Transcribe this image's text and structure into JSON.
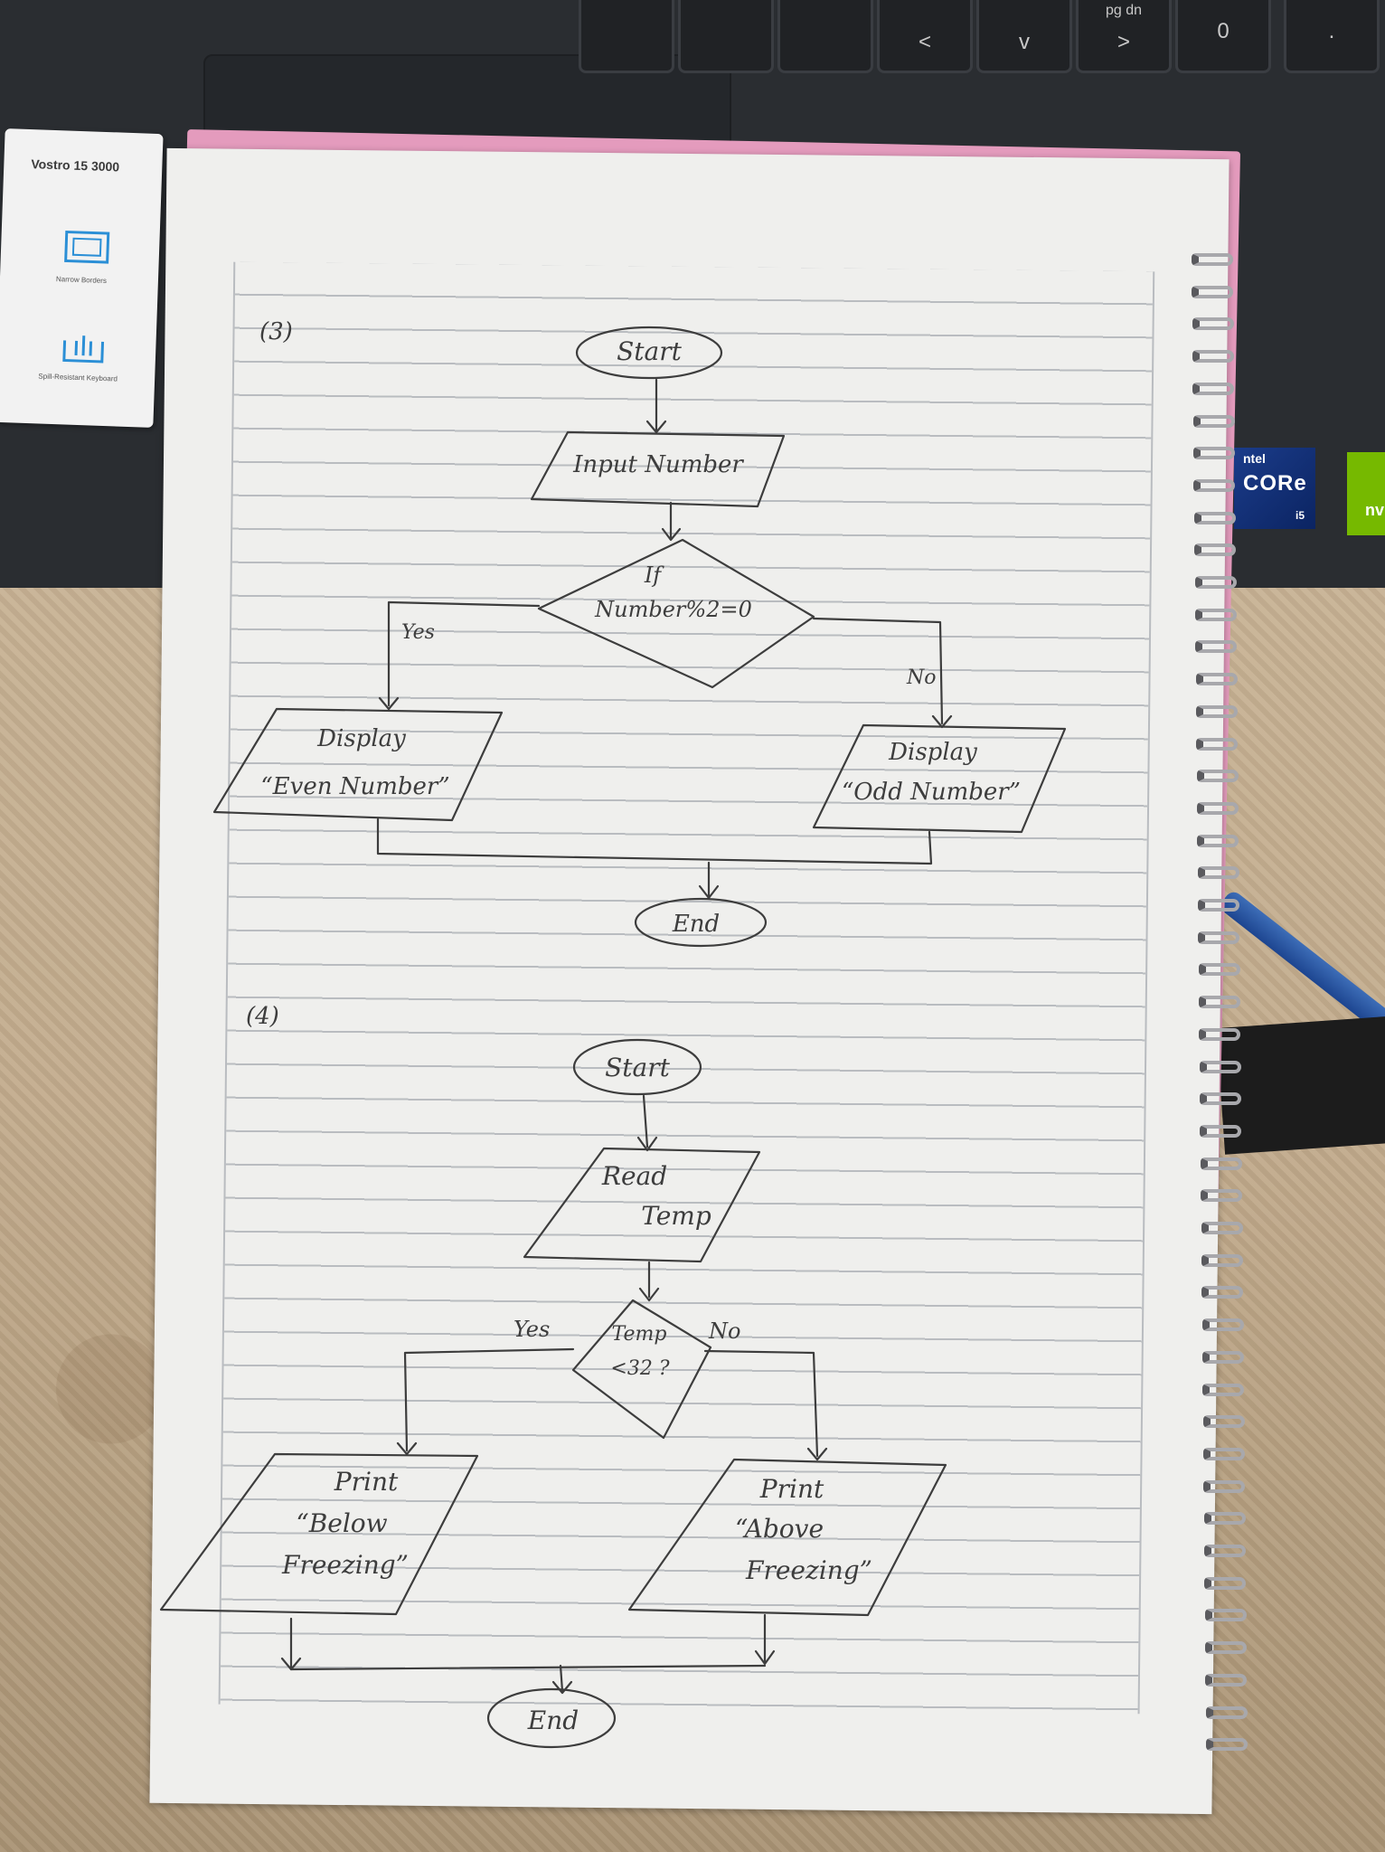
{
  "background": {
    "laptop": {
      "model_label": "Vostro 15 3000",
      "card_feature_1": "Narrow Borders",
      "card_feature_2": "Spill-Resistant Keyboard",
      "keys": {
        "key_1": "",
        "key_2": "",
        "key_3": "",
        "key_back": "<",
        "key_down": "v",
        "key_pgdn_top": "pg dn",
        "key_pgdn_glyph": ">",
        "key_zero": "0",
        "key_dot": "."
      },
      "intel_sticker": {
        "brand": "ntel",
        "line": "CORe",
        "tier": "i5"
      },
      "nvidia_sticker": {
        "text": "nv"
      }
    }
  },
  "flowchart_3": {
    "label": "(3)",
    "start": "Start",
    "input": "Input Number",
    "decision_line1": "If",
    "decision_line2": "Number%2=0",
    "yes_label": "Yes",
    "no_label": "No",
    "display_even_line1": "Display",
    "display_even_line2": "“Even Number”",
    "display_odd_line1": "Display",
    "display_odd_line2": "“Odd Number”",
    "end": "End"
  },
  "flowchart_4": {
    "label": "(4)",
    "start": "Start",
    "read_line1": "Read",
    "read_line2": "Temp",
    "decision_line1": "Temp",
    "decision_line2": "<32 ?",
    "yes_label": "Yes",
    "no_label": "No",
    "print_below_line1": "Print",
    "print_below_line2": "“Below",
    "print_below_line3": "Freezing”",
    "print_above_line1": "Print",
    "print_above_line2": "“Above",
    "print_above_line3": "Freezing”",
    "end": "End"
  },
  "colors": {
    "paper": "#efefed",
    "ink": "#3d3d3d",
    "notebook_edge": "#e49bbd",
    "laptop": "#2a2d31"
  }
}
